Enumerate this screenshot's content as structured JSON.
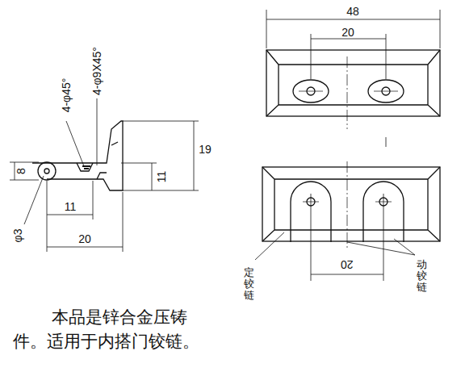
{
  "diagram": {
    "caption": "本品是锌合金压铸件。适用于内搭门铰链。",
    "labels": [
      "48",
      "20",
      "4-φ9X45°",
      "4-φ45°",
      "19",
      "11",
      "8",
      "11",
      "φ3",
      "20",
      "20",
      "定铰链",
      "动铰链"
    ]
  }
}
